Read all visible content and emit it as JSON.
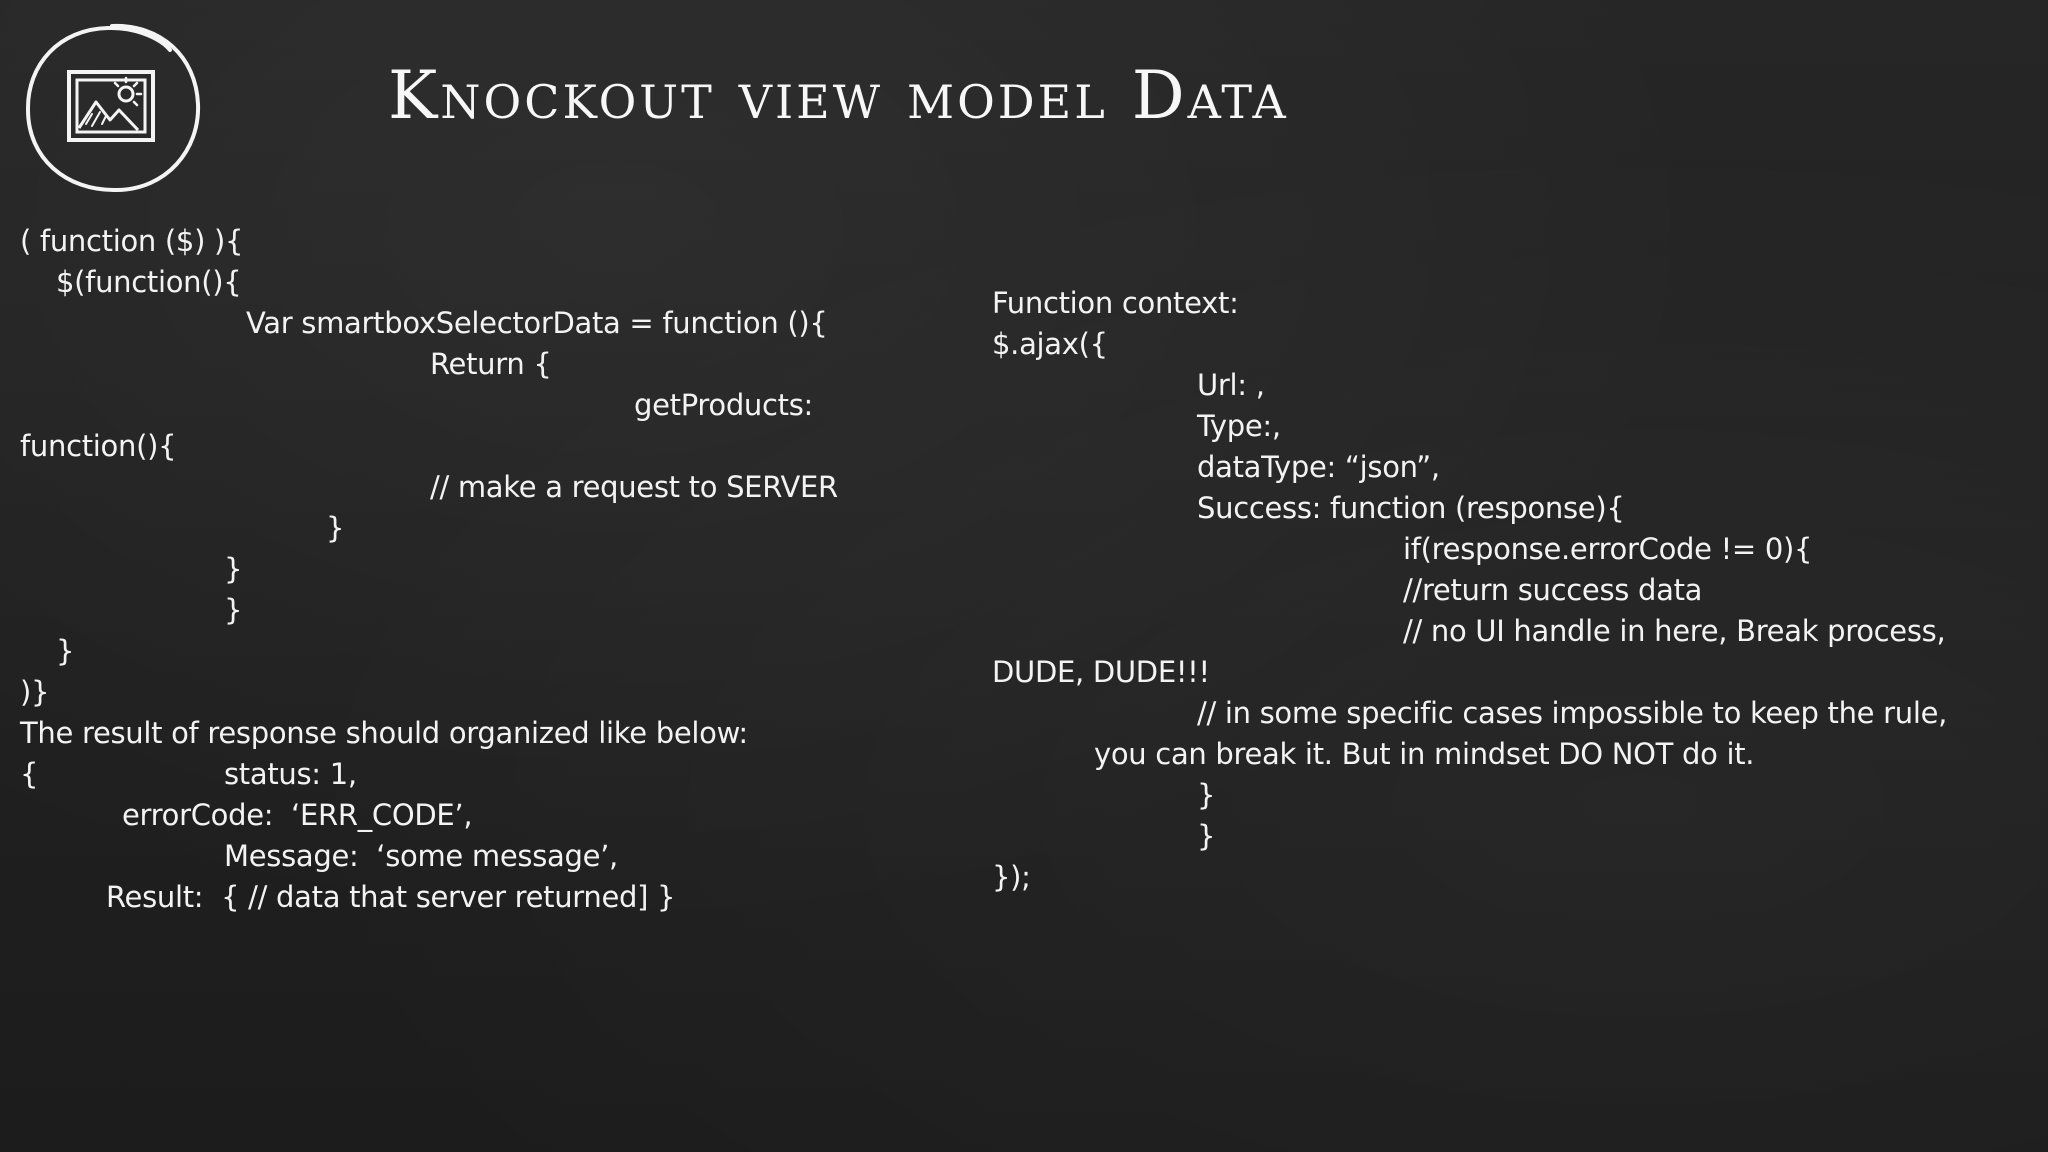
{
  "slide": {
    "title": "Knockout view model Data",
    "logo_icon": "framed-landscape-picture-icon"
  },
  "left_code": [
    "( function ($) ){",
    "$(function(){",
    "Var smartboxSelectorData = function (){",
    "Return {",
    "getProducts:",
    "function(){",
    "// make a request to SERVER",
    "}",
    "}",
    "}",
    "}",
    ")}",
    "The result of response should organized like below:",
    "{",
    "status: 1,",
    "errorCode:  ‘ERR_CODE’,",
    "Message:  ‘some message’,",
    "Result:  { // data that server returned] }"
  ],
  "right_code": [
    "Function context:",
    "$.ajax({",
    "Url: ,",
    "Type:,",
    "dataType: “json”,",
    "Success: function (response){",
    "if(response.errorCode != 0){",
    "//return success data",
    "// no UI handle in here, Break process,",
    "DUDE, DUDE!!!",
    "// in some specific cases impossible to keep the rule,",
    "you can break it. But in mindset DO NOT do it.",
    "}",
    "}",
    "});"
  ]
}
